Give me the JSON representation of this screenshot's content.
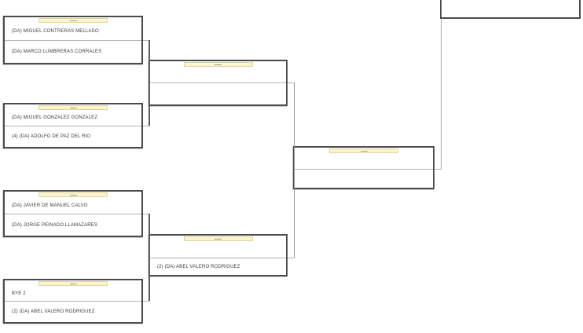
{
  "bracket": {
    "round1": [
      {
        "player1": "(DA) MIGUEL CONTRERAS MELLADO",
        "player2": "(DA) MARCO LUMBRERAS CORRALES"
      },
      {
        "player1": "(DA) MIGUEL GONZALEZ GONZALEZ",
        "player2": "(4) (DA) ADOLFO DE PAZ DEL RIO"
      },
      {
        "player1": "(DA) JAVIER DE MANUEL CALVO",
        "player2": "(DA) JORGE PEINADO LLAMAZARES"
      },
      {
        "player1": "BYE 2",
        "player2": "(2) (DA) ABEL VALERO RODRIGUEZ"
      }
    ],
    "round2": [
      {
        "player1": "",
        "player2": ""
      },
      {
        "player1": "",
        "player2": "(2) (DA) ABEL VALERO RODRIGUEZ"
      }
    ],
    "semifinal": {
      "player1": "",
      "player2": ""
    },
    "final": {
      "player2": ""
    },
    "score_placeholder": ""
  },
  "colors": {
    "box_border": "#4b4b4b",
    "divider": "#b4b4b4",
    "score_bar_bg": "#fbf5cf",
    "score_bar_border": "#ddd5a0",
    "player_text": "#3b3b3b",
    "background": "#ffffff"
  }
}
